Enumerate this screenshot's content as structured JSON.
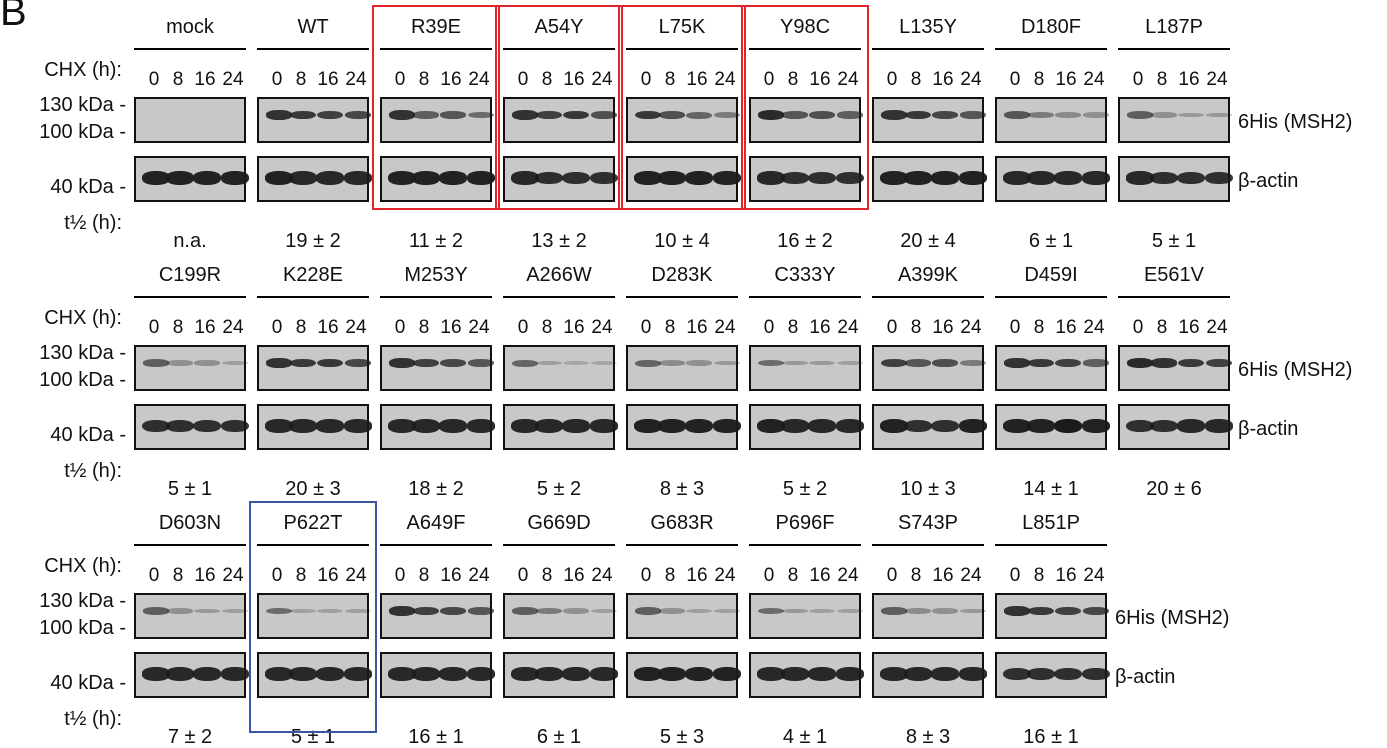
{
  "panel_label": "B",
  "labels": {
    "chx": "CHX (h):",
    "kda_130": "130 kDa -",
    "kda_100": "100 kDa -",
    "kda_40": "40 kDa -",
    "thalf": "t½ (h):",
    "his_label": "6His (MSH2)",
    "actin_label": "β-actin"
  },
  "timepoints": [
    "0",
    "8",
    "16",
    "24"
  ],
  "colors": {
    "highlight_red": "#e0262b",
    "highlight_blue": "#3b56a6"
  },
  "rows": [
    {
      "mutants": [
        {
          "name": "mock",
          "half_life": "n.a.",
          "his": [
            0,
            0,
            0,
            0
          ],
          "actin": [
            0.95,
            0.95,
            0.95,
            0.95
          ],
          "highlight": ""
        },
        {
          "name": "WT",
          "half_life": "19 ± 2",
          "his": [
            0.85,
            0.8,
            0.75,
            0.7
          ],
          "actin": [
            0.95,
            0.9,
            0.9,
            0.9
          ],
          "highlight": ""
        },
        {
          "name": "R39E",
          "half_life": "11 ± 2",
          "his": [
            0.85,
            0.55,
            0.6,
            0.45
          ],
          "actin": [
            0.95,
            0.95,
            0.95,
            0.95
          ],
          "highlight": "red"
        },
        {
          "name": "A54Y",
          "half_life": "13 ± 2",
          "his": [
            0.85,
            0.75,
            0.8,
            0.65
          ],
          "actin": [
            0.9,
            0.85,
            0.85,
            0.85
          ],
          "highlight": "red"
        },
        {
          "name": "L75K",
          "half_life": "10 ± 4",
          "his": [
            0.8,
            0.65,
            0.5,
            0.35
          ],
          "actin": [
            0.95,
            0.95,
            0.95,
            0.95
          ],
          "highlight": "red"
        },
        {
          "name": "Y98C",
          "half_life": "16 ± 2",
          "his": [
            0.9,
            0.6,
            0.65,
            0.55
          ],
          "actin": [
            0.9,
            0.85,
            0.85,
            0.85
          ],
          "highlight": "red"
        },
        {
          "name": "L135Y",
          "half_life": "20 ± 4",
          "his": [
            0.85,
            0.8,
            0.7,
            0.6
          ],
          "actin": [
            0.95,
            0.95,
            0.95,
            0.95
          ],
          "highlight": ""
        },
        {
          "name": "D180F",
          "half_life": "6 ± 1",
          "his": [
            0.6,
            0.35,
            0.25,
            0.2
          ],
          "actin": [
            0.9,
            0.9,
            0.9,
            0.9
          ],
          "highlight": ""
        },
        {
          "name": "L187P",
          "half_life": "5 ± 1",
          "his": [
            0.55,
            0.2,
            0.15,
            0.15
          ],
          "actin": [
            0.9,
            0.85,
            0.85,
            0.85
          ],
          "highlight": ""
        }
      ]
    },
    {
      "mutants": [
        {
          "name": "C199R",
          "half_life": "5 ± 1",
          "his": [
            0.55,
            0.2,
            0.2,
            0.1
          ],
          "actin": [
            0.85,
            0.85,
            0.85,
            0.85
          ],
          "highlight": ""
        },
        {
          "name": "K228E",
          "half_life": "20 ± 3",
          "his": [
            0.85,
            0.8,
            0.8,
            0.7
          ],
          "actin": [
            0.9,
            0.9,
            0.9,
            0.9
          ],
          "highlight": ""
        },
        {
          "name": "M253Y",
          "half_life": "18 ± 2",
          "his": [
            0.85,
            0.75,
            0.7,
            0.6
          ],
          "actin": [
            0.9,
            0.9,
            0.9,
            0.9
          ],
          "highlight": ""
        },
        {
          "name": "A266W",
          "half_life": "5 ± 2",
          "his": [
            0.5,
            0.1,
            0.05,
            0.05
          ],
          "actin": [
            0.9,
            0.9,
            0.9,
            0.9
          ],
          "highlight": ""
        },
        {
          "name": "D283K",
          "half_life": "8 ± 3",
          "his": [
            0.5,
            0.25,
            0.2,
            0.15
          ],
          "actin": [
            0.95,
            0.95,
            0.95,
            0.95
          ],
          "highlight": ""
        },
        {
          "name": "C333Y",
          "half_life": "5 ± 2",
          "his": [
            0.45,
            0.15,
            0.15,
            0.1
          ],
          "actin": [
            0.95,
            0.9,
            0.9,
            0.9
          ],
          "highlight": ""
        },
        {
          "name": "A399K",
          "half_life": "10 ± 3",
          "his": [
            0.75,
            0.6,
            0.65,
            0.35
          ],
          "actin": [
            0.95,
            0.85,
            0.85,
            0.95
          ],
          "highlight": ""
        },
        {
          "name": "D459I",
          "half_life": "14 ± 1",
          "his": [
            0.85,
            0.8,
            0.75,
            0.55
          ],
          "actin": [
            0.95,
            0.95,
            1.0,
            0.95
          ],
          "highlight": ""
        },
        {
          "name": "E561V",
          "half_life": "20 ± 6",
          "his": [
            0.9,
            0.85,
            0.8,
            0.75
          ],
          "actin": [
            0.85,
            0.85,
            0.9,
            0.9
          ],
          "highlight": ""
        }
      ]
    },
    {
      "mutants": [
        {
          "name": "D603N",
          "half_life": "7 ± 2",
          "his": [
            0.55,
            0.2,
            0.15,
            0.1
          ],
          "actin": [
            0.9,
            0.9,
            0.9,
            0.9
          ],
          "highlight": ""
        },
        {
          "name": "P622T",
          "half_life": "5 ± 1",
          "his": [
            0.45,
            0.1,
            0.1,
            0.1
          ],
          "actin": [
            0.9,
            0.9,
            0.9,
            0.9
          ],
          "highlight": "blue"
        },
        {
          "name": "A649F",
          "half_life": "16 ± 1",
          "his": [
            0.85,
            0.75,
            0.7,
            0.6
          ],
          "actin": [
            0.9,
            0.9,
            0.9,
            0.9
          ],
          "highlight": ""
        },
        {
          "name": "G669D",
          "half_life": "6 ± 1",
          "his": [
            0.55,
            0.35,
            0.2,
            0.1
          ],
          "actin": [
            0.9,
            0.9,
            0.9,
            0.9
          ],
          "highlight": ""
        },
        {
          "name": "G683R",
          "half_life": "5 ± 3",
          "his": [
            0.55,
            0.2,
            0.1,
            0.1
          ],
          "actin": [
            0.95,
            0.95,
            0.95,
            0.95
          ],
          "highlight": ""
        },
        {
          "name": "P696F",
          "half_life": "4 ± 1",
          "his": [
            0.45,
            0.15,
            0.1,
            0.1
          ],
          "actin": [
            0.9,
            0.9,
            0.9,
            0.9
          ],
          "highlight": ""
        },
        {
          "name": "S743P",
          "half_life": "8 ± 3",
          "his": [
            0.55,
            0.25,
            0.2,
            0.15
          ],
          "actin": [
            0.9,
            0.9,
            0.9,
            0.9
          ],
          "highlight": ""
        },
        {
          "name": "L851P",
          "half_life": "16 ± 1",
          "his": [
            0.85,
            0.8,
            0.75,
            0.7
          ],
          "actin": [
            0.85,
            0.85,
            0.85,
            0.85
          ],
          "highlight": ""
        }
      ]
    }
  ]
}
